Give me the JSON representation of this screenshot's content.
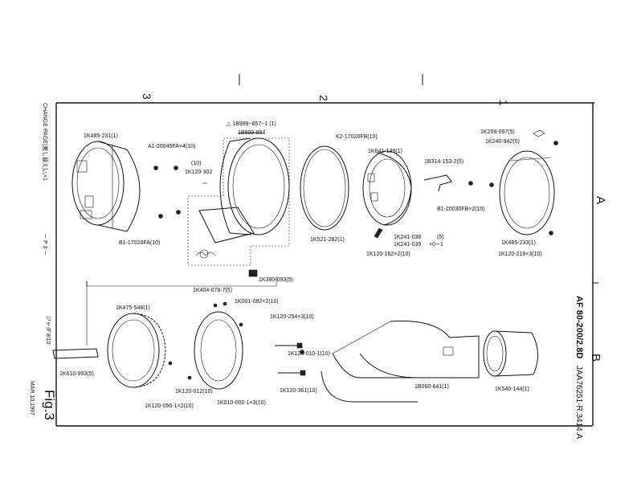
{
  "frame": {
    "zone_numbers": [
      "3",
      "2",
      "1"
    ],
    "zone_letters": [
      "A",
      "B"
    ],
    "change_note": "CHANGE PAGE(差し替え)△×1",
    "page": "－ P 3 －",
    "figure": "Fig.3",
    "doc_code": "AF 80-200/2.8D",
    "doc_id": "JAA76251-R.3414.A",
    "date": "MAR.10,1997",
    "handwritten": "ジャダ 8/10"
  },
  "callouts": {
    "p01": "1K485-231(1)",
    "p02": "A1-20045FA×4(10)",
    "p03": "△ 1B999−857−1 (1)",
    "p04": "1B999-857",
    "p05": "(10)",
    "p06": "1K120-302",
    "p07": "B1-17020FA(10)",
    "p08": "1K380-093(5)",
    "p09": "K2-17020FB(10)",
    "p10": "1K641-139(1)",
    "p11": "1K521-282(1)",
    "p12": "1B314-153-2(5)",
    "p13": "B1-20030FB×2(10)",
    "p14": "1K241-038",
    "p15": "1K241-039",
    "p16": "(5)",
    "p17": "×0∼1",
    "p18": "1K120-162×2(10)",
    "p19": "1K208-097(5)",
    "p20": "1K240-942(5)",
    "p21": "1K485-233(1)",
    "p22": "1K120-219×3(10)",
    "p23": "1K404-078-7(5)",
    "p24": "1K001-082×2(10)",
    "p25": "1K475-548(1)",
    "p26": "1K120-254×3(10)",
    "p27": "1K120-010-1(10)",
    "p28": "1K610-993(5)",
    "p29": "1K120-012(10)",
    "p30": "1K120-361(10)",
    "p31": "1K120-056-1×2(10)",
    "p32": "1K010-002-1×3(10)",
    "p33": "1B060-641(1)",
    "p34": "1K540-144(1)"
  }
}
